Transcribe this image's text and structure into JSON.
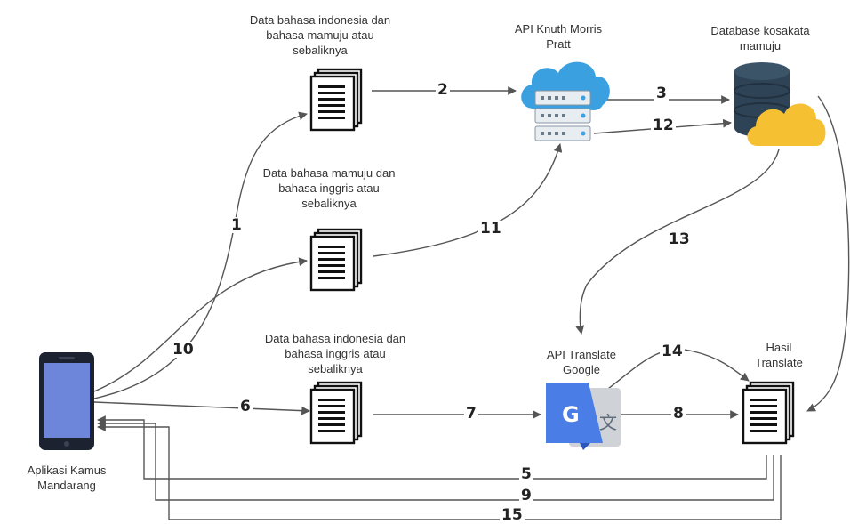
{
  "nodes": {
    "doc_id_mamuju": "Data bahasa indonesia dan bahasa mamuju atau sebaliknya",
    "api_kmp": "API Knuth Morris Pratt",
    "database": "Database kosakata mamuju",
    "doc_mamuju_inggris": "Data bahasa mamuju dan bahasa inggris atau sebaliknya",
    "doc_id_inggris": "Data bahasa indonesia dan bahasa inggris atau sebaliknya",
    "api_google": "API Translate Google",
    "hasil": "Hasil Translate",
    "app": "Aplikasi Kamus Mandarang"
  },
  "edges": [
    "1",
    "2",
    "3",
    "5",
    "6",
    "7",
    "8",
    "9",
    "10",
    "11",
    "12",
    "13",
    "14",
    "15"
  ],
  "icons": {
    "document": "document-icon",
    "cloud_server": "cloud-server-icon",
    "database": "database-cloud-icon",
    "google_translate": "google-translate-icon",
    "phone": "smartphone-icon"
  },
  "colors": {
    "cloud_blue": "#3ba0e0",
    "db_dark": "#2f4356",
    "cloud_yellow": "#f5c132",
    "google_blue": "#4a7ee6",
    "phone_screen": "#6e86d9"
  }
}
